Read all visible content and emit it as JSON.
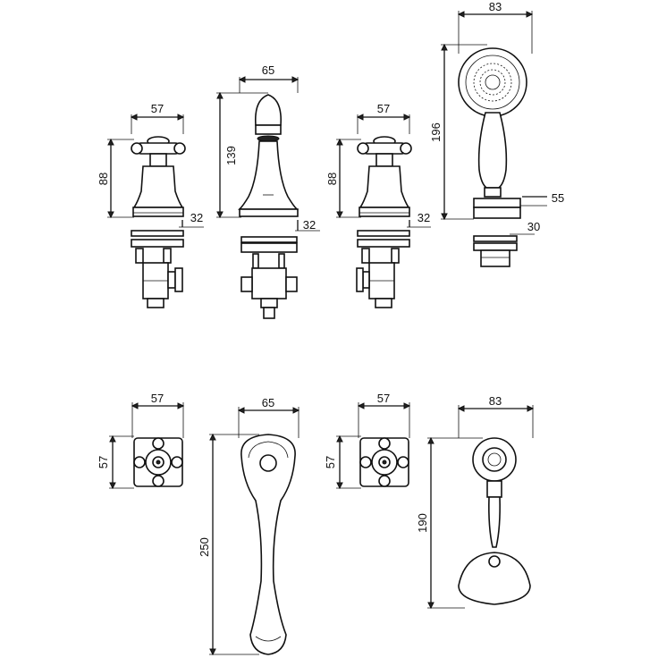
{
  "diagram": {
    "background": "#ffffff",
    "line_color": "#111111",
    "front_view": {
      "left_handle": {
        "width": "57",
        "height": "88",
        "stem": "32"
      },
      "spout": {
        "width": "65",
        "height": "139",
        "stem": "32"
      },
      "right_handle": {
        "width": "57",
        "height": "88",
        "stem": "32"
      },
      "hand_shower": {
        "width": "83",
        "height": "196",
        "holder": "55",
        "base": "30"
      }
    },
    "top_view": {
      "left_handle": {
        "width": "57",
        "height": "57"
      },
      "spout": {
        "width": "65",
        "length": "250"
      },
      "right_handle": {
        "width": "57",
        "height": "57"
      },
      "hand_shower": {
        "width": "83",
        "length": "190"
      }
    }
  }
}
